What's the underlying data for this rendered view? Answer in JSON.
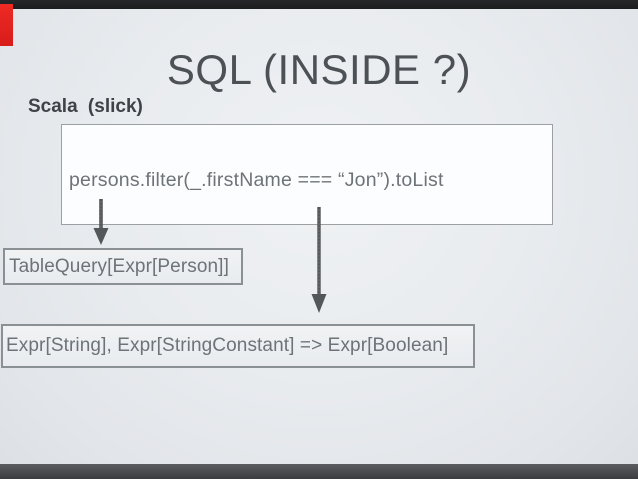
{
  "slide": {
    "title": "SQL (INSIDE ?)",
    "language_label": "Scala (slick)",
    "code_box": {
      "code": "persons.filter(_.firstName === “Jon”).toList"
    },
    "type_boxes": [
      {
        "text": "TableQuery[Expr[Person]]"
      },
      {
        "text": "Expr[String], Expr[StringConstant] => Expr[Boolean]"
      }
    ]
  },
  "colors": {
    "background": "#e9ecef",
    "title_text": "#4c5156",
    "label_text": "#3f4347",
    "code_text": "#6e7378",
    "box_border": "#8b9094",
    "code_box_background": "#fcfdfe",
    "type_box_background": "#edf0f2",
    "arrow": "#54575a",
    "marker_red": "#e12220",
    "letterbox_top": "#1f2022",
    "letterbox_bottom": "#4a4c4f"
  }
}
